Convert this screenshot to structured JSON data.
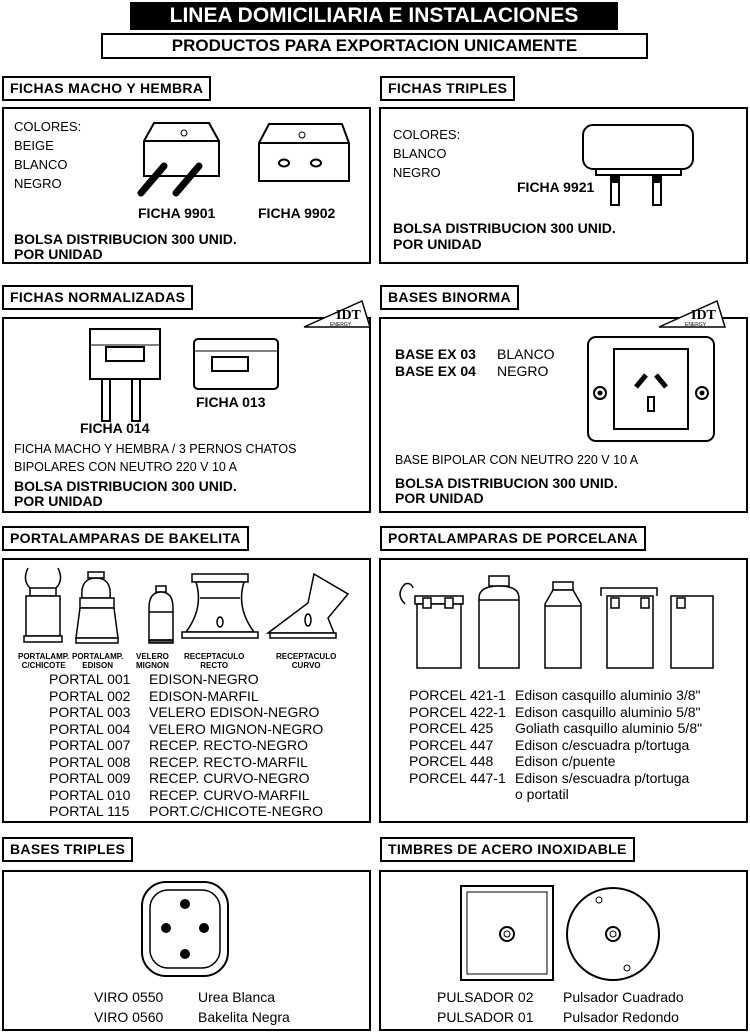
{
  "header": {
    "title": "LINEA DOMICILIARIA E INSTALACIONES",
    "subtitle": "PRODUCTOS PARA EXPORTACION UNICAMENTE"
  },
  "logo": {
    "text": "IDT",
    "sub": "ENERGY"
  },
  "fichas_macho": {
    "tag": "FICHAS MACHO Y HEMBRA",
    "colores": [
      "COLORES:",
      "BEIGE",
      "BLANCO",
      "NEGRO"
    ],
    "p1": "FICHA 9901",
    "p2": "FICHA 9902",
    "l1": "BOLSA DISTRIBUCION 300 UNID.",
    "l2": "POR UNIDAD"
  },
  "fichas_triples": {
    "tag": "FICHAS TRIPLES",
    "colores": [
      "COLORES:",
      "BLANCO",
      "NEGRO"
    ],
    "p1": "FICHA 9921",
    "l1": "BOLSA DISTRIBUCION 300 UNID.",
    "l2": "POR UNIDAD"
  },
  "fichas_norm": {
    "tag": "FICHAS NORMALIZADAS",
    "p1": "FICHA  014",
    "p2": "FICHA  013",
    "d1": "FICHA MACHO Y HEMBRA  / 3 PERNOS CHATOS",
    "d2": "BIPOLARES CON NEUTRO 220 V 10 A",
    "l1": "BOLSA DISTRIBUCION 300 UNID.",
    "l2": "POR UNIDAD"
  },
  "bases_binorma": {
    "tag": "BASES BINORMA",
    "items": [
      {
        "code": "BASE EX 03",
        "color": "BLANCO"
      },
      {
        "code": "BASE EX 04",
        "color": "NEGRO"
      }
    ],
    "d1": "BASE BIPOLAR CON NEUTRO 220 V 10 A",
    "l1": "BOLSA DISTRIBUCION 300 UNID.",
    "l2": "POR UNIDAD"
  },
  "bakelita": {
    "tag": "PORTALAMPARAS DE BAKELITA",
    "labels": [
      [
        "PORTALAMP.",
        "C/CHICOTE"
      ],
      [
        "PORTALAMP.",
        "EDISON"
      ],
      [
        "VELERO",
        "MIGNON"
      ],
      [
        "RECEPTACULO",
        "RECTO"
      ],
      [
        "RECEPTACULO",
        "CURVO"
      ]
    ],
    "items": [
      [
        "PORTAL 001",
        "EDISON-NEGRO"
      ],
      [
        "PORTAL 002",
        "EDISON-MARFIL"
      ],
      [
        "PORTAL 003",
        "VELERO EDISON-NEGRO"
      ],
      [
        "PORTAL 004",
        "VELERO MIGNON-NEGRO"
      ],
      [
        "PORTAL 007",
        "RECEP. RECTO-NEGRO"
      ],
      [
        "PORTAL 008",
        "RECEP. RECTO-MARFIL"
      ],
      [
        "PORTAL 009",
        "RECEP. CURVO-NEGRO"
      ],
      [
        "PORTAL 010",
        "RECEP. CURVO-MARFIL"
      ],
      [
        "PORTAL 115",
        "PORT.C/CHICOTE-NEGRO"
      ]
    ]
  },
  "porcelana": {
    "tag": "PORTALAMPARAS DE PORCELANA",
    "items": [
      [
        "PORCEL 421-1",
        "Edison casquillo aluminio 3/8\""
      ],
      [
        "PORCEL 422-1",
        "Edison casquillo aluminio 5/8\""
      ],
      [
        "PORCEL 425",
        "Goliath casquillo aluminio 5/8\""
      ],
      [
        "PORCEL 447",
        "Edison c/escuadra p/tortuga"
      ],
      [
        "PORCEL 448",
        "Edison c/puente"
      ],
      [
        "PORCEL 447-1",
        "Edison s/escuadra p/tortuga"
      ],
      [
        "",
        "o portatil"
      ]
    ]
  },
  "bases_triples": {
    "tag": "BASES TRIPLES",
    "items": [
      [
        "VIRO 0550",
        "Urea Blanca"
      ],
      [
        "VIRO 0560",
        "Bakelita Negra"
      ]
    ]
  },
  "timbres": {
    "tag": "TIMBRES DE ACERO INOXIDABLE",
    "items": [
      [
        "PULSADOR 02",
        "Pulsador Cuadrado"
      ],
      [
        "PULSADOR 01",
        "Pulsador Redondo"
      ]
    ]
  }
}
